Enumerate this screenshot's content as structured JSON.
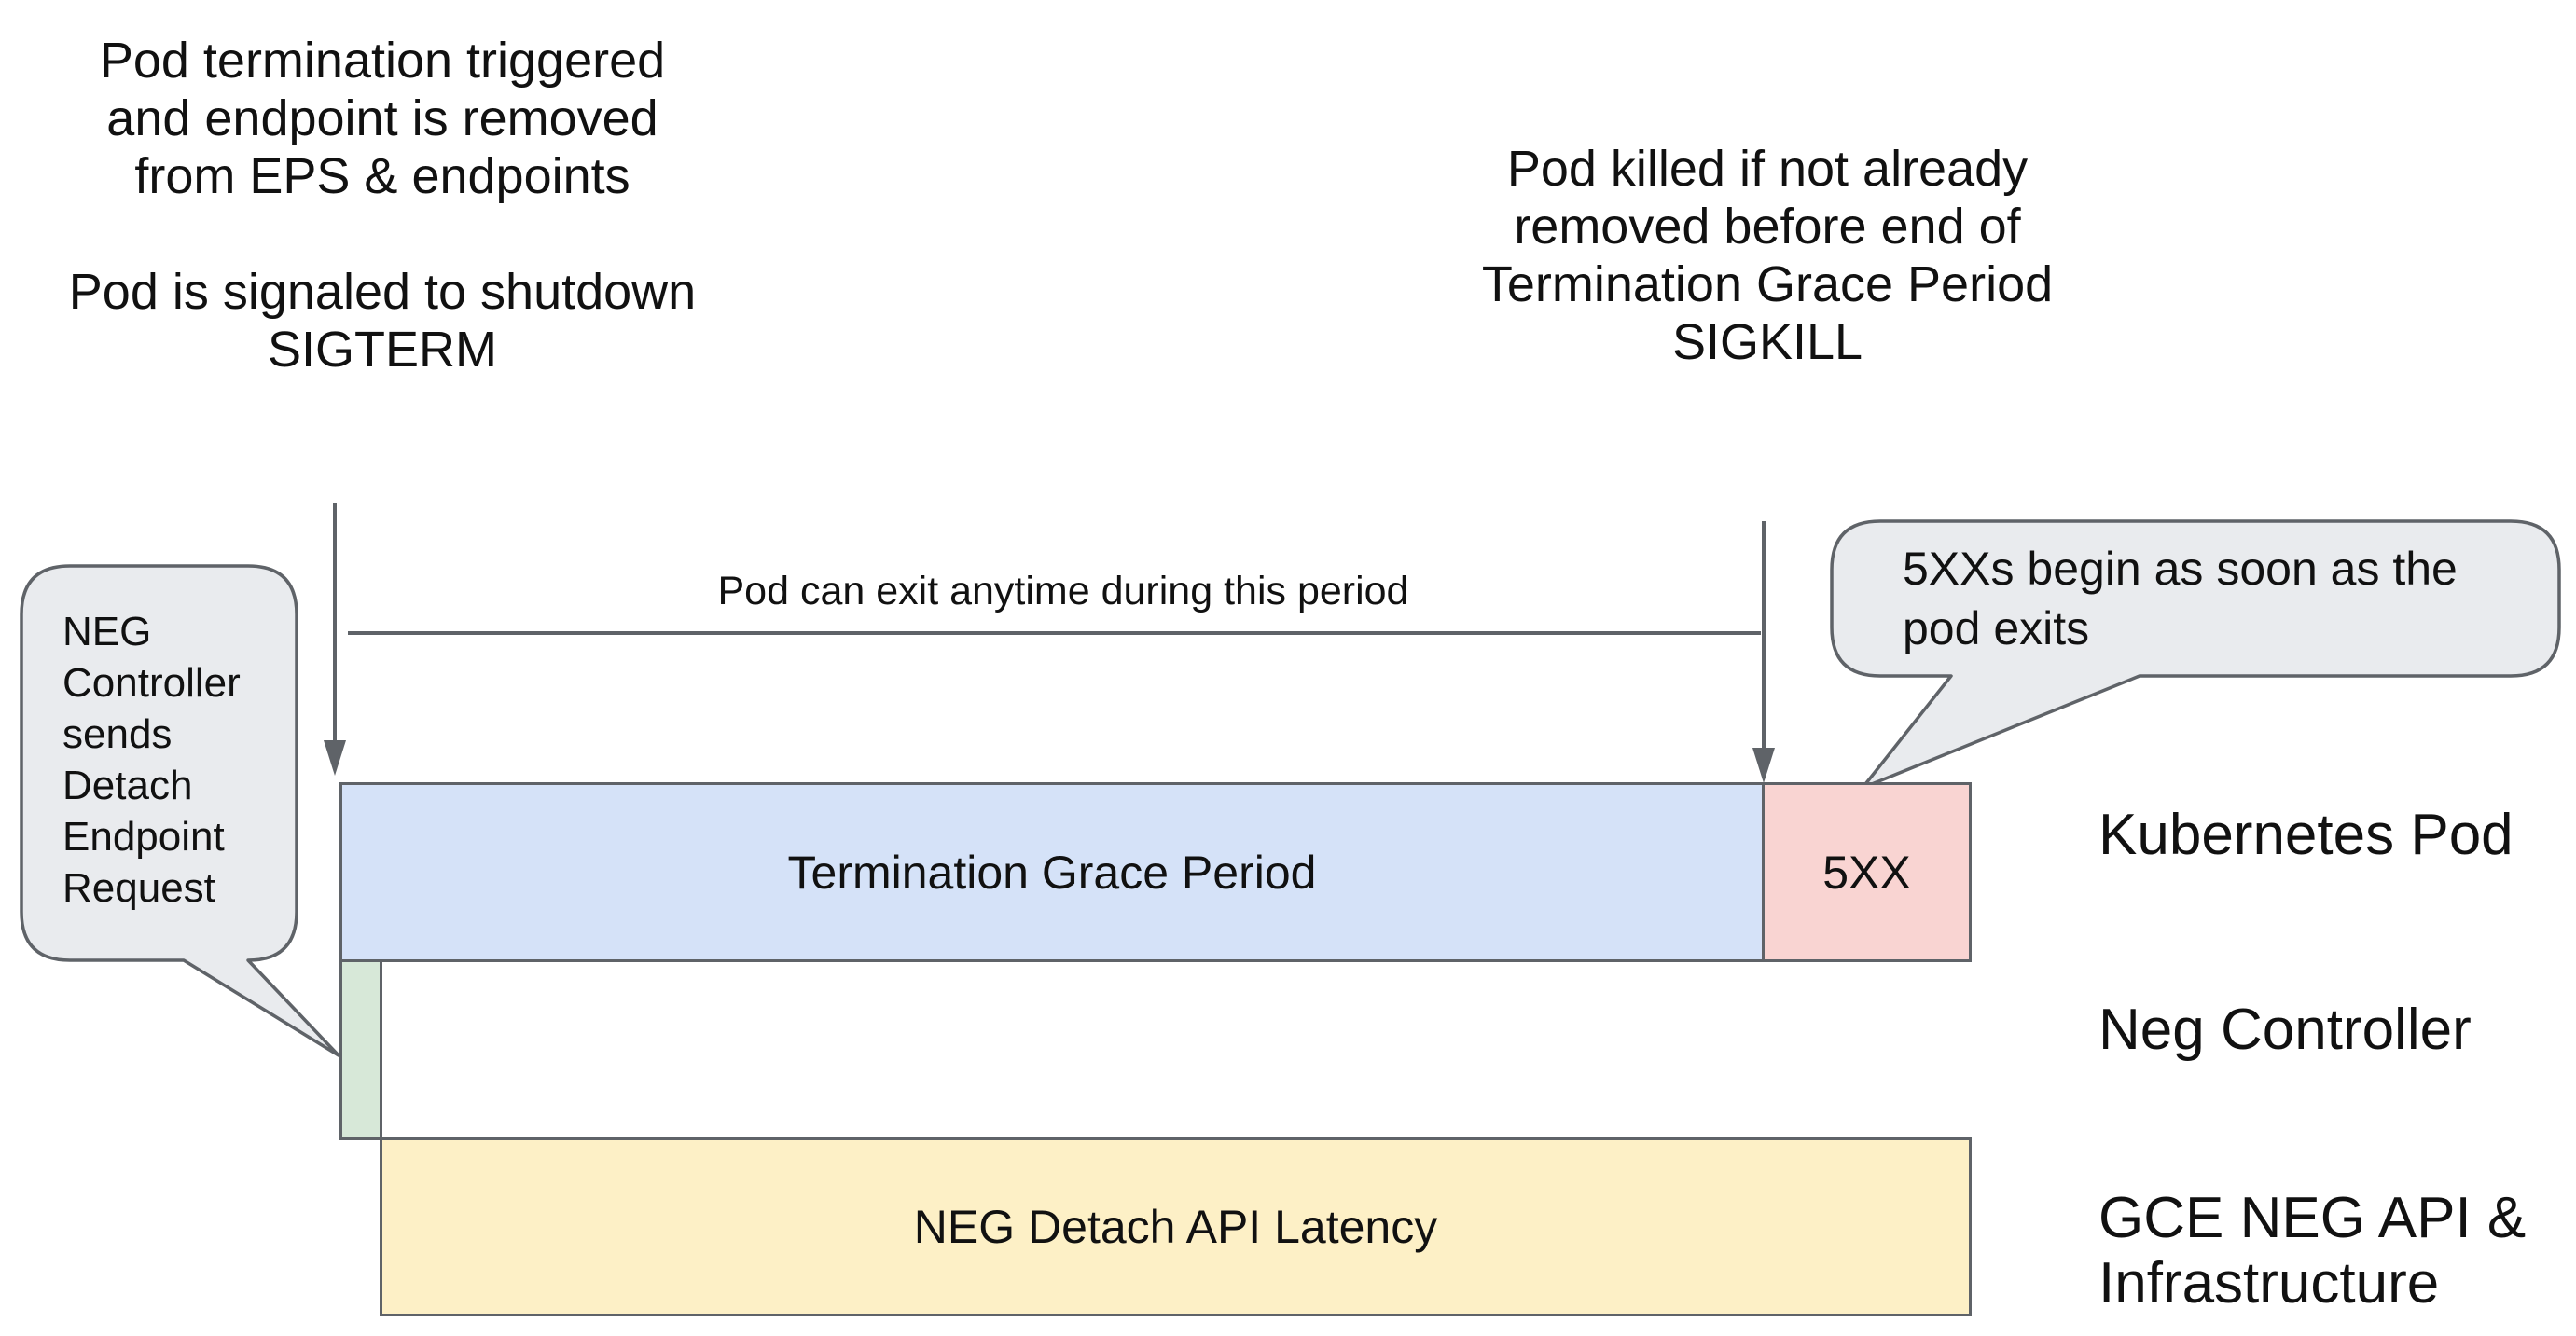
{
  "colors": {
    "background": "#ffffff",
    "stroke_gray": "#5f6368",
    "text": "#111111",
    "grace_bar_fill": "#d5e2f8",
    "errors_bar_fill": "#f9d4d2",
    "detach_bar_fill": "#d7e8d8",
    "latency_bar_fill": "#fdf0c6",
    "bubble_fill": "#e9ebee"
  },
  "annotations": {
    "top_left": "Pod termination triggered\nand endpoint is removed\nfrom EPS & endpoints\n\nPod is signaled to shutdown\nSIGTERM",
    "top_right": "Pod killed if not already\nremoved before end of\nTermination Grace Period\nSIGKILL",
    "period_label": "Pod can exit anytime during this period",
    "left_bubble": "NEG\nController\nsends\nDetach\nEndpoint\nRequest",
    "right_bubble": "5XXs begin as soon as the\npod exits"
  },
  "bars": {
    "grace": {
      "label": "Termination Grace Period"
    },
    "errors": {
      "label": "5XX"
    },
    "detach": {
      "label": ""
    },
    "latency": {
      "label": "NEG Detach API Latency"
    }
  },
  "lanes": {
    "kubernetes_pod": "Kubernetes Pod",
    "neg_controller": "Neg Controller",
    "gce_neg_api": "GCE NEG API &\nInfrastructure"
  }
}
